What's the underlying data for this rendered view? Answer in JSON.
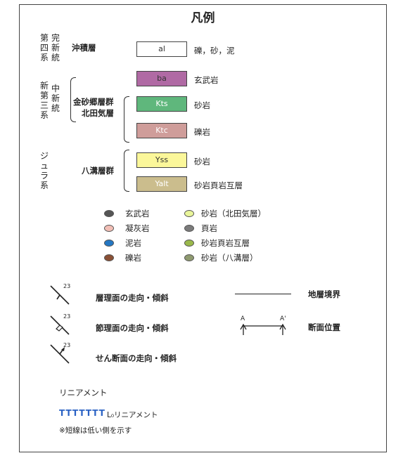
{
  "title": "凡例",
  "era_labels": {
    "quaternary": "第四系",
    "holocene": "完新統",
    "neogene": "新第三系",
    "miocene": "中新統",
    "jurassic": "ジュラ系"
  },
  "formations": {
    "alluvium": "沖積層",
    "kanasago": "金砂郷層群",
    "kitatage": "北田気層",
    "yamizo": "八溝層群"
  },
  "units": [
    {
      "code": "al",
      "color": "#ffffff",
      "text_color": "#333333",
      "desc": "礫，砂，泥"
    },
    {
      "code": "ba",
      "color": "#b06aa4",
      "text_color": "#333333",
      "desc": "玄武岩"
    },
    {
      "code": "Kts",
      "color": "#5fb77c",
      "text_color": "#ffffff",
      "desc": "砂岩"
    },
    {
      "code": "Ktc",
      "color": "#cf9d9a",
      "text_color": "#ffffff",
      "desc": "礫岩"
    },
    {
      "code": "Yss",
      "color": "#fbf79a",
      "text_color": "#333333",
      "desc": "砂岩"
    },
    {
      "code": "Yalt",
      "color": "#cbbd8d",
      "text_color": "#ffffff",
      "desc": "砂岩頁岩互層"
    }
  ],
  "sample_points": [
    {
      "label": "玄武岩",
      "color": "#555555"
    },
    {
      "label": "砂岩（北田気層）",
      "color": "#e9f59a"
    },
    {
      "label": "凝灰岩",
      "color": "#f2bfb6"
    },
    {
      "label": "頁岩",
      "color": "#7b7b7b"
    },
    {
      "label": "泥岩",
      "color": "#2477c3"
    },
    {
      "label": "砂岩頁岩互層",
      "color": "#9ab84b"
    },
    {
      "label": "礫岩",
      "color": "#8a5035"
    },
    {
      "label": "砂岩（八溝層）",
      "color": "#8f9a70"
    }
  ],
  "structure_symbols": {
    "dip_value": "23",
    "bedding": "層理面の走向・傾斜",
    "joint": "節理面の走向・傾斜",
    "shear": "せん断面の走向・傾斜",
    "boundary": "地層境界",
    "section": "断面位置",
    "section_a": "A",
    "section_b": "A'"
  },
  "lineament": {
    "heading": "リニアメント",
    "symbol": "TTTTTTT",
    "item": "L₀リニアメント",
    "note": "※短線は低い側を示す",
    "color": "#2a62c4"
  }
}
